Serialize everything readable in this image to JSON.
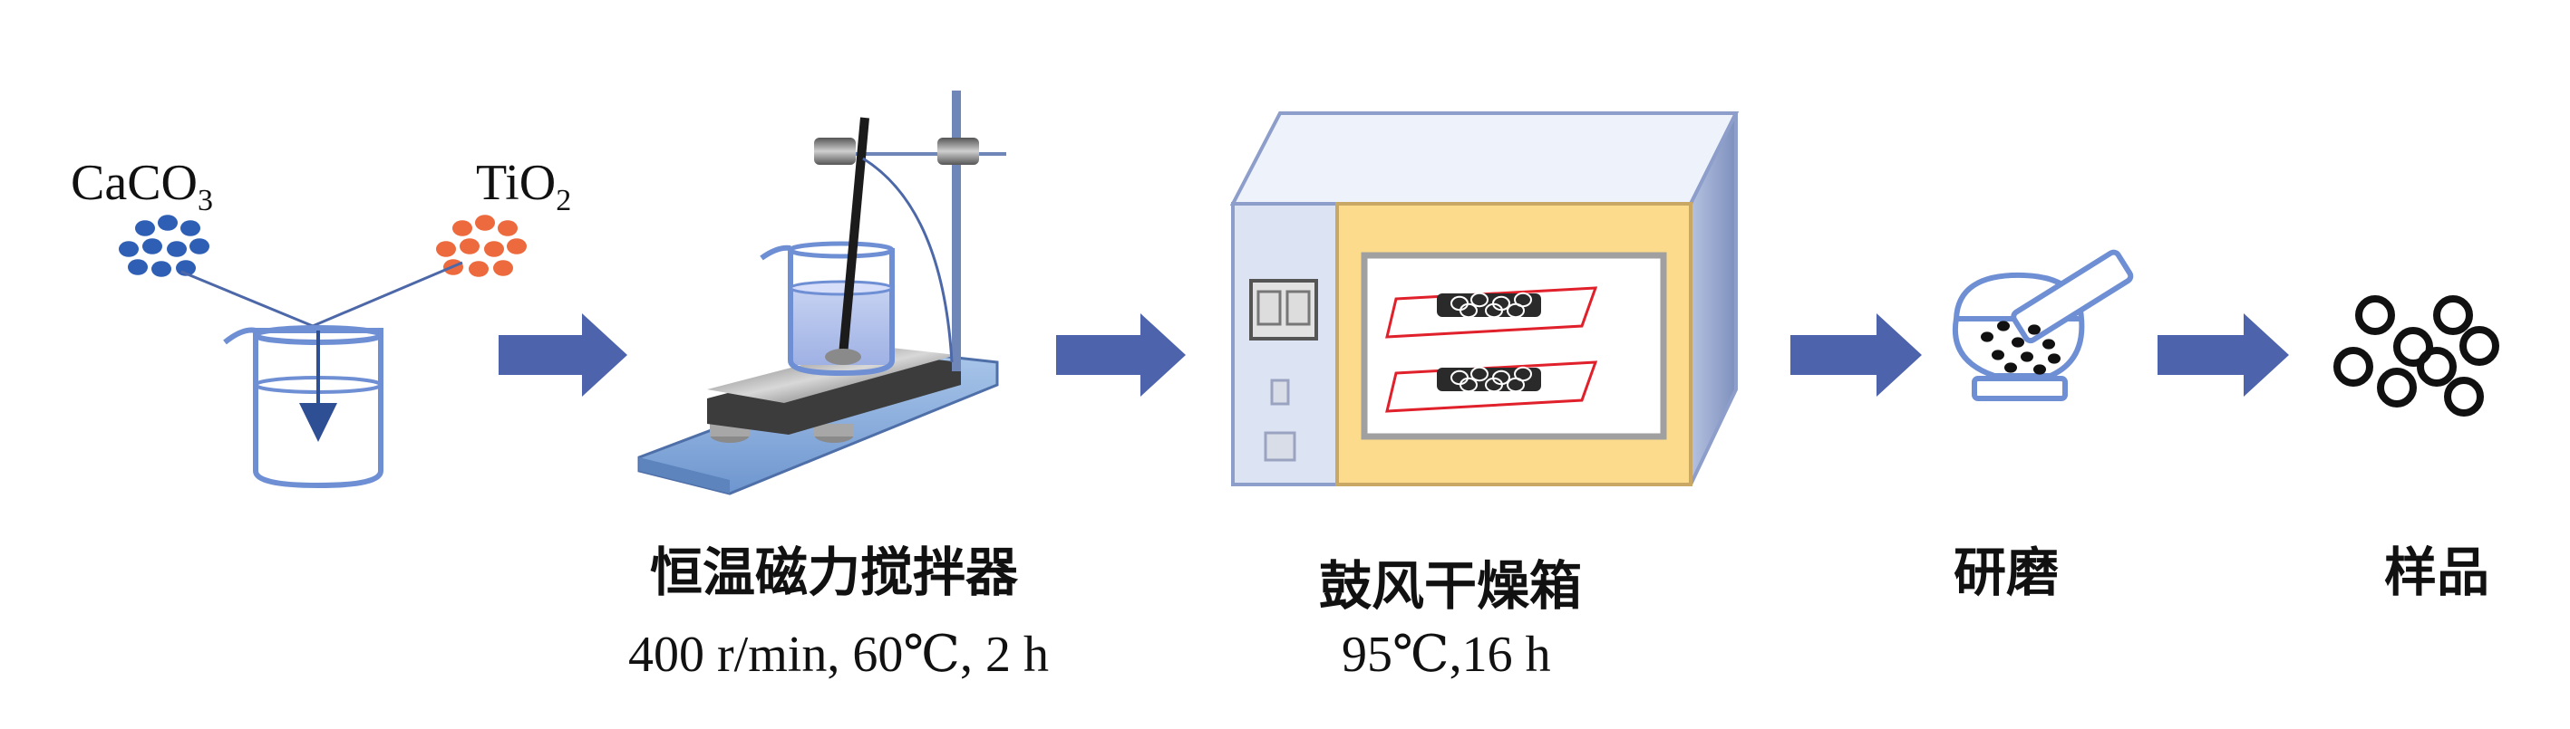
{
  "reagents": {
    "caco3": {
      "main": "CaCO",
      "sub": "3"
    },
    "tio2": {
      "main": "TiO",
      "sub": "2"
    }
  },
  "steps": [
    {
      "title": "恒温磁力搅拌器",
      "condition": "400 r/min, 60℃, 2 h"
    },
    {
      "title": "鼓风干燥箱",
      "condition": "95℃,16 h"
    },
    {
      "title": "研磨",
      "condition": ""
    },
    {
      "title": "样品",
      "condition": ""
    }
  ],
  "colors": {
    "arrow": "#4d63ab",
    "glass": "#6f8fd4",
    "caco3_particles": "#2e5fb5",
    "tio2_particles": "#ec6a3d",
    "oven_door": "#fcdb8c",
    "oven_body": "#dce4f4",
    "oven_side": "#9aa9cc",
    "sample_tray": "#e0202a",
    "plate": "#7fa6d6"
  },
  "icons": [
    "beaker-icon",
    "magnetic-stirrer-icon",
    "drying-oven-icon",
    "grinding-mortar-icon",
    "sample-particles-icon"
  ]
}
